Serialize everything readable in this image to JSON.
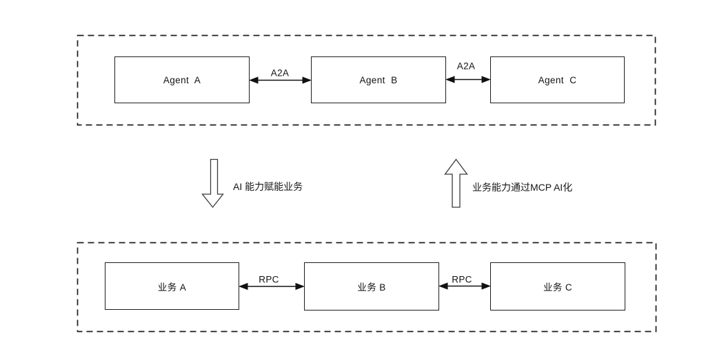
{
  "diagram": {
    "background_color": "#ffffff",
    "line_color": "#1c1c1c",
    "agent_layer": {
      "boxes": [
        {
          "label": "Agent  A"
        },
        {
          "label": "Agent  B"
        },
        {
          "label": "Agent  C"
        }
      ],
      "connections": [
        {
          "label": "A2A"
        },
        {
          "label": "A2A"
        }
      ]
    },
    "flows": {
      "down_label": "AI 能力赋能业务",
      "up_label": "业务能力通过MCP AI化"
    },
    "business_layer": {
      "boxes": [
        {
          "label": "业务 A"
        },
        {
          "label": "业务 B"
        },
        {
          "label": "业务 C"
        }
      ],
      "connections": [
        {
          "label": "RPC"
        },
        {
          "label": "RPC"
        }
      ]
    }
  }
}
